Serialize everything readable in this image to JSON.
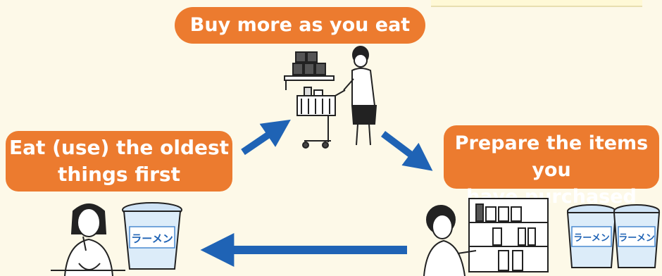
{
  "cycle": {
    "step_top": "Buy more as you eat",
    "step_left_line1": "Eat (use) the oldest",
    "step_left_line2": "things first",
    "step_right_line1": "Prepare the items you",
    "step_right_line2": "have purchased"
  },
  "cup_label": "ラーメン",
  "colors": {
    "pill": "#ec7b2f",
    "arrow": "#1f63b5",
    "background": "#fdf9e8"
  }
}
